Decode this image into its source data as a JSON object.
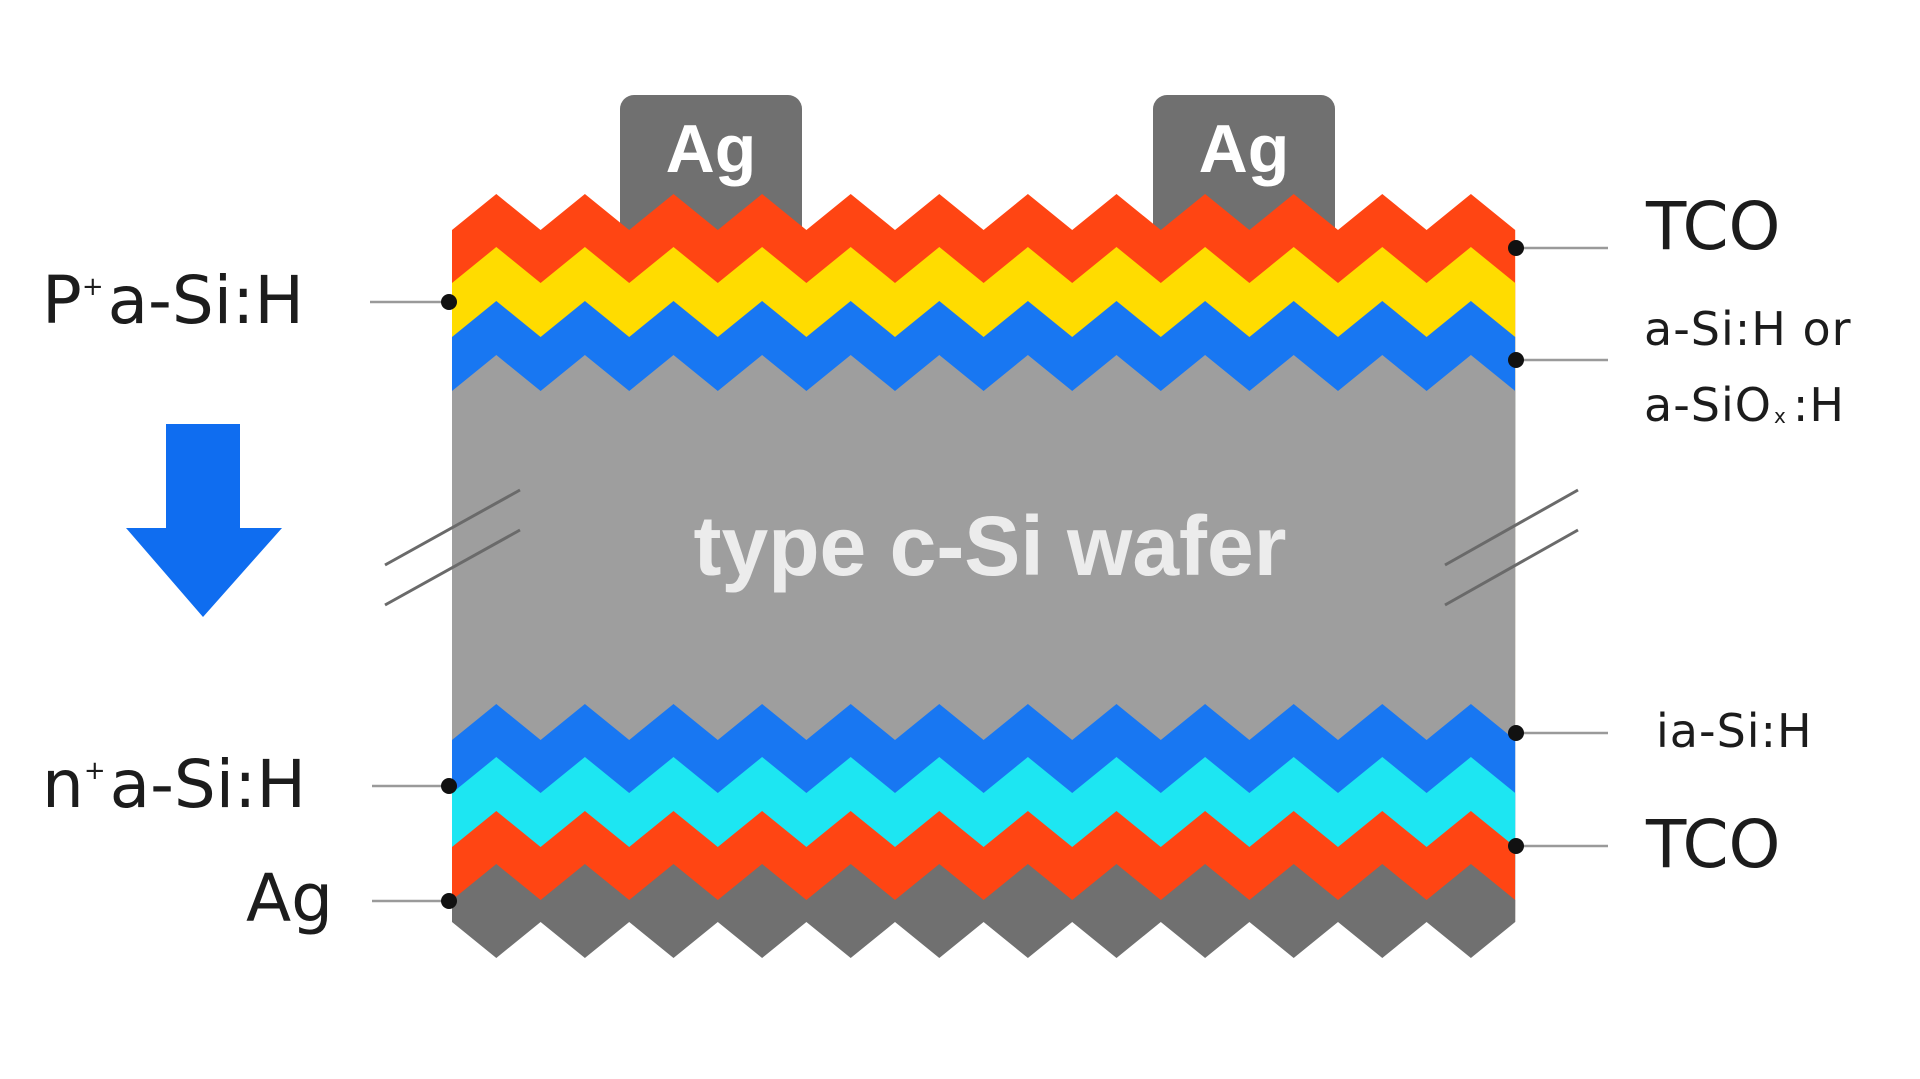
{
  "left_labels": {
    "p_layer": {
      "prefix": "P",
      "sup": "+",
      "main": "a-Si:H"
    },
    "n_layer": {
      "prefix": "n",
      "sup": "+",
      "main": "a-Si:H"
    },
    "ag_bottom": "Ag"
  },
  "right_labels": {
    "tco_top": "TCO",
    "passivation_line1": "a-Si:H or",
    "passivation_line2_main": "a-SiO",
    "passivation_line2_sub": "x",
    "passivation_line2_end": ":H",
    "ia_layer": "ia-Si:H",
    "tco_bottom": "TCO"
  },
  "contacts": {
    "left": "Ag",
    "right": "Ag"
  },
  "wafer_label": "type c-Si wafer",
  "colors": {
    "wafer": "#9e9e9e",
    "tco": "#ff4513",
    "p_layer": "#ffdc00",
    "intrinsic": "#1877f2",
    "n_layer": "#1de6f2",
    "silver": "#707070",
    "arrow": "#0f6df0",
    "leader": "#9a9a9a",
    "dot": "#111111",
    "text": "#1c1c1c"
  }
}
